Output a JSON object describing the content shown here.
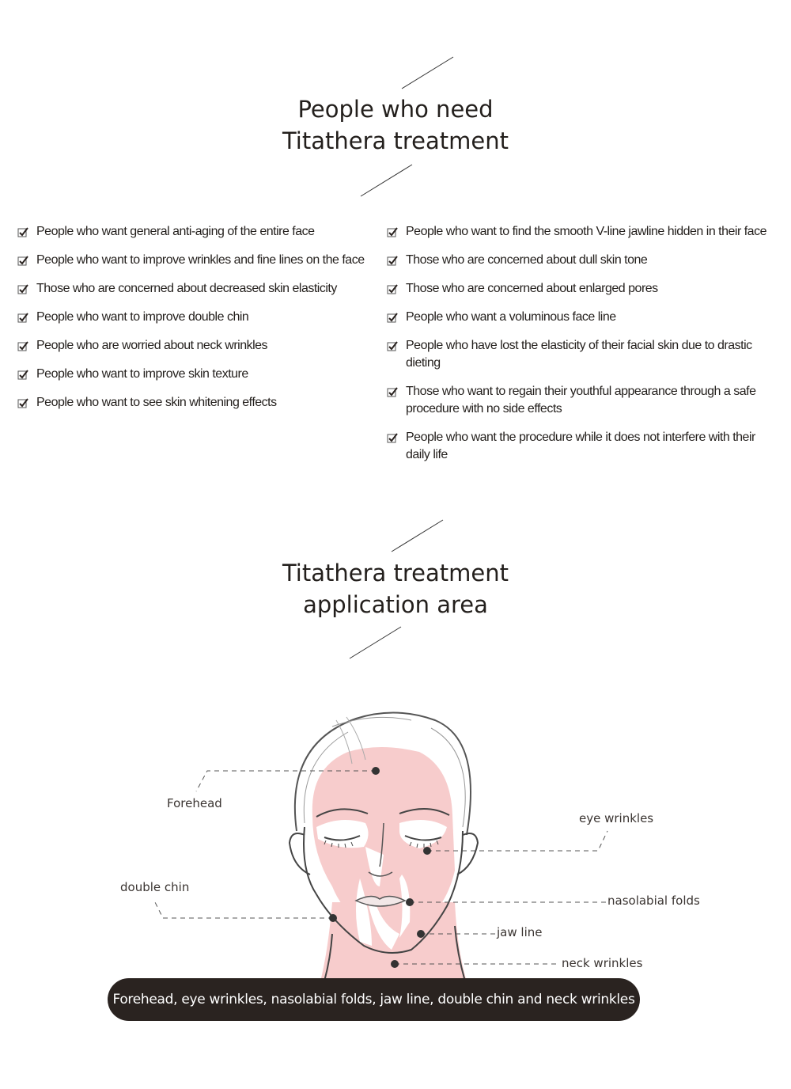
{
  "section1": {
    "title_line1": "People who need",
    "title_line2": "Titathera treatment",
    "left_items": [
      "People who want general anti-aging of the entire face",
      "People who want to improve wrinkles and fine lines on the face",
      "Those who are concerned about decreased skin elasticity",
      "People who want to improve double chin",
      "People who are worried about neck wrinkles",
      "People who want to improve skin texture",
      "People who want to see skin whitening effects"
    ],
    "right_items": [
      "People who want to find the smooth V-line jawline hidden in their face",
      "Those who are concerned about dull skin tone",
      "Those who are concerned about enlarged pores",
      "People who want a voluminous face line",
      "People who have lost the elasticity of their facial skin due to drastic dieting",
      "Those who want to regain their youthful appearance through a safe procedure with no side effects",
      "People who want the procedure while it does not interfere with their daily life"
    ]
  },
  "section2": {
    "title_line1": "Titathera treatment",
    "title_line2": "application area",
    "labels": {
      "forehead": "Forehead",
      "eye_wrinkles": "eye wrinkles",
      "double_chin": "double chin",
      "nasolabial_folds": "nasolabial folds",
      "jaw_line": "jaw line",
      "neck_wrinkles": "neck wrinkles"
    },
    "summary": "Forehead, eye wrinkles, nasolabial folds, jaw line, double chin and neck wrinkles"
  },
  "colors": {
    "text": "#231f1c",
    "highlight_pink": "#f7cccc",
    "banner_bg": "#2a2320",
    "check_accent": "#8a6a3a"
  },
  "icons": [
    "check-icon",
    "face-illustration"
  ]
}
